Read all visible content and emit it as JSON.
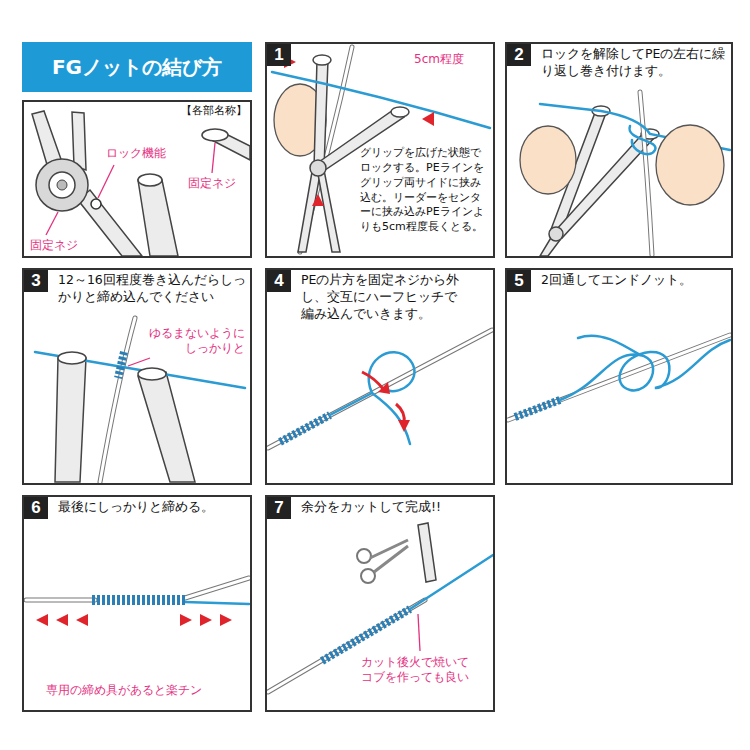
{
  "diagram": {
    "title": "FGノットの結び方",
    "nodes": [
      {
        "text": [
          "【各部名称】"
        ]
      },
      {
        "text": [
          "グリップを広げた状態でロックする。PEラインをグリップ両サイドに挟み込む。リーダーをセンターに挟み込みPEラインよりも5cm程度長くとる。"
        ]
      },
      {
        "text": [
          "1"
        ],
        "in": 1
      },
      {
        "text": [
          "ロックを解除してPEの左右に繰り返し巻き付けます。"
        ]
      },
      {
        "text": [
          "2"
        ],
        "in": 3
      },
      {
        "text": [
          "12～16回程度巻き込んだらしっかりと締め込んでください"
        ]
      },
      {
        "text": [
          "3"
        ],
        "in": 5
      },
      {
        "text": [
          "PEの片方を固定ネジから外し、交互にハーフヒッチで編み込んでいきます。"
        ]
      },
      {
        "text": [
          "4"
        ],
        "in": 7
      },
      {
        "text": [
          "2回通してエンドノット。"
        ]
      },
      {
        "text": [
          "5"
        ],
        "in": 9
      },
      {
        "text": [
          "最後にしっかりと締める。"
        ]
      },
      {
        "text": [
          "6"
        ],
        "in": 11
      },
      {
        "text": [
          "余分をカットして完成!!"
        ]
      },
      {
        "text": [
          "7"
        ],
        "in": 13
      }
    ],
    "labels": [
      "ロック機能",
      "固定ネジ",
      "固定ネジ",
      "5cm程度",
      "ゆるまないようにしっかりと",
      "専用の締め具があると楽チン",
      "カット後火で焼いてコブを作っても良い"
    ]
  }
}
